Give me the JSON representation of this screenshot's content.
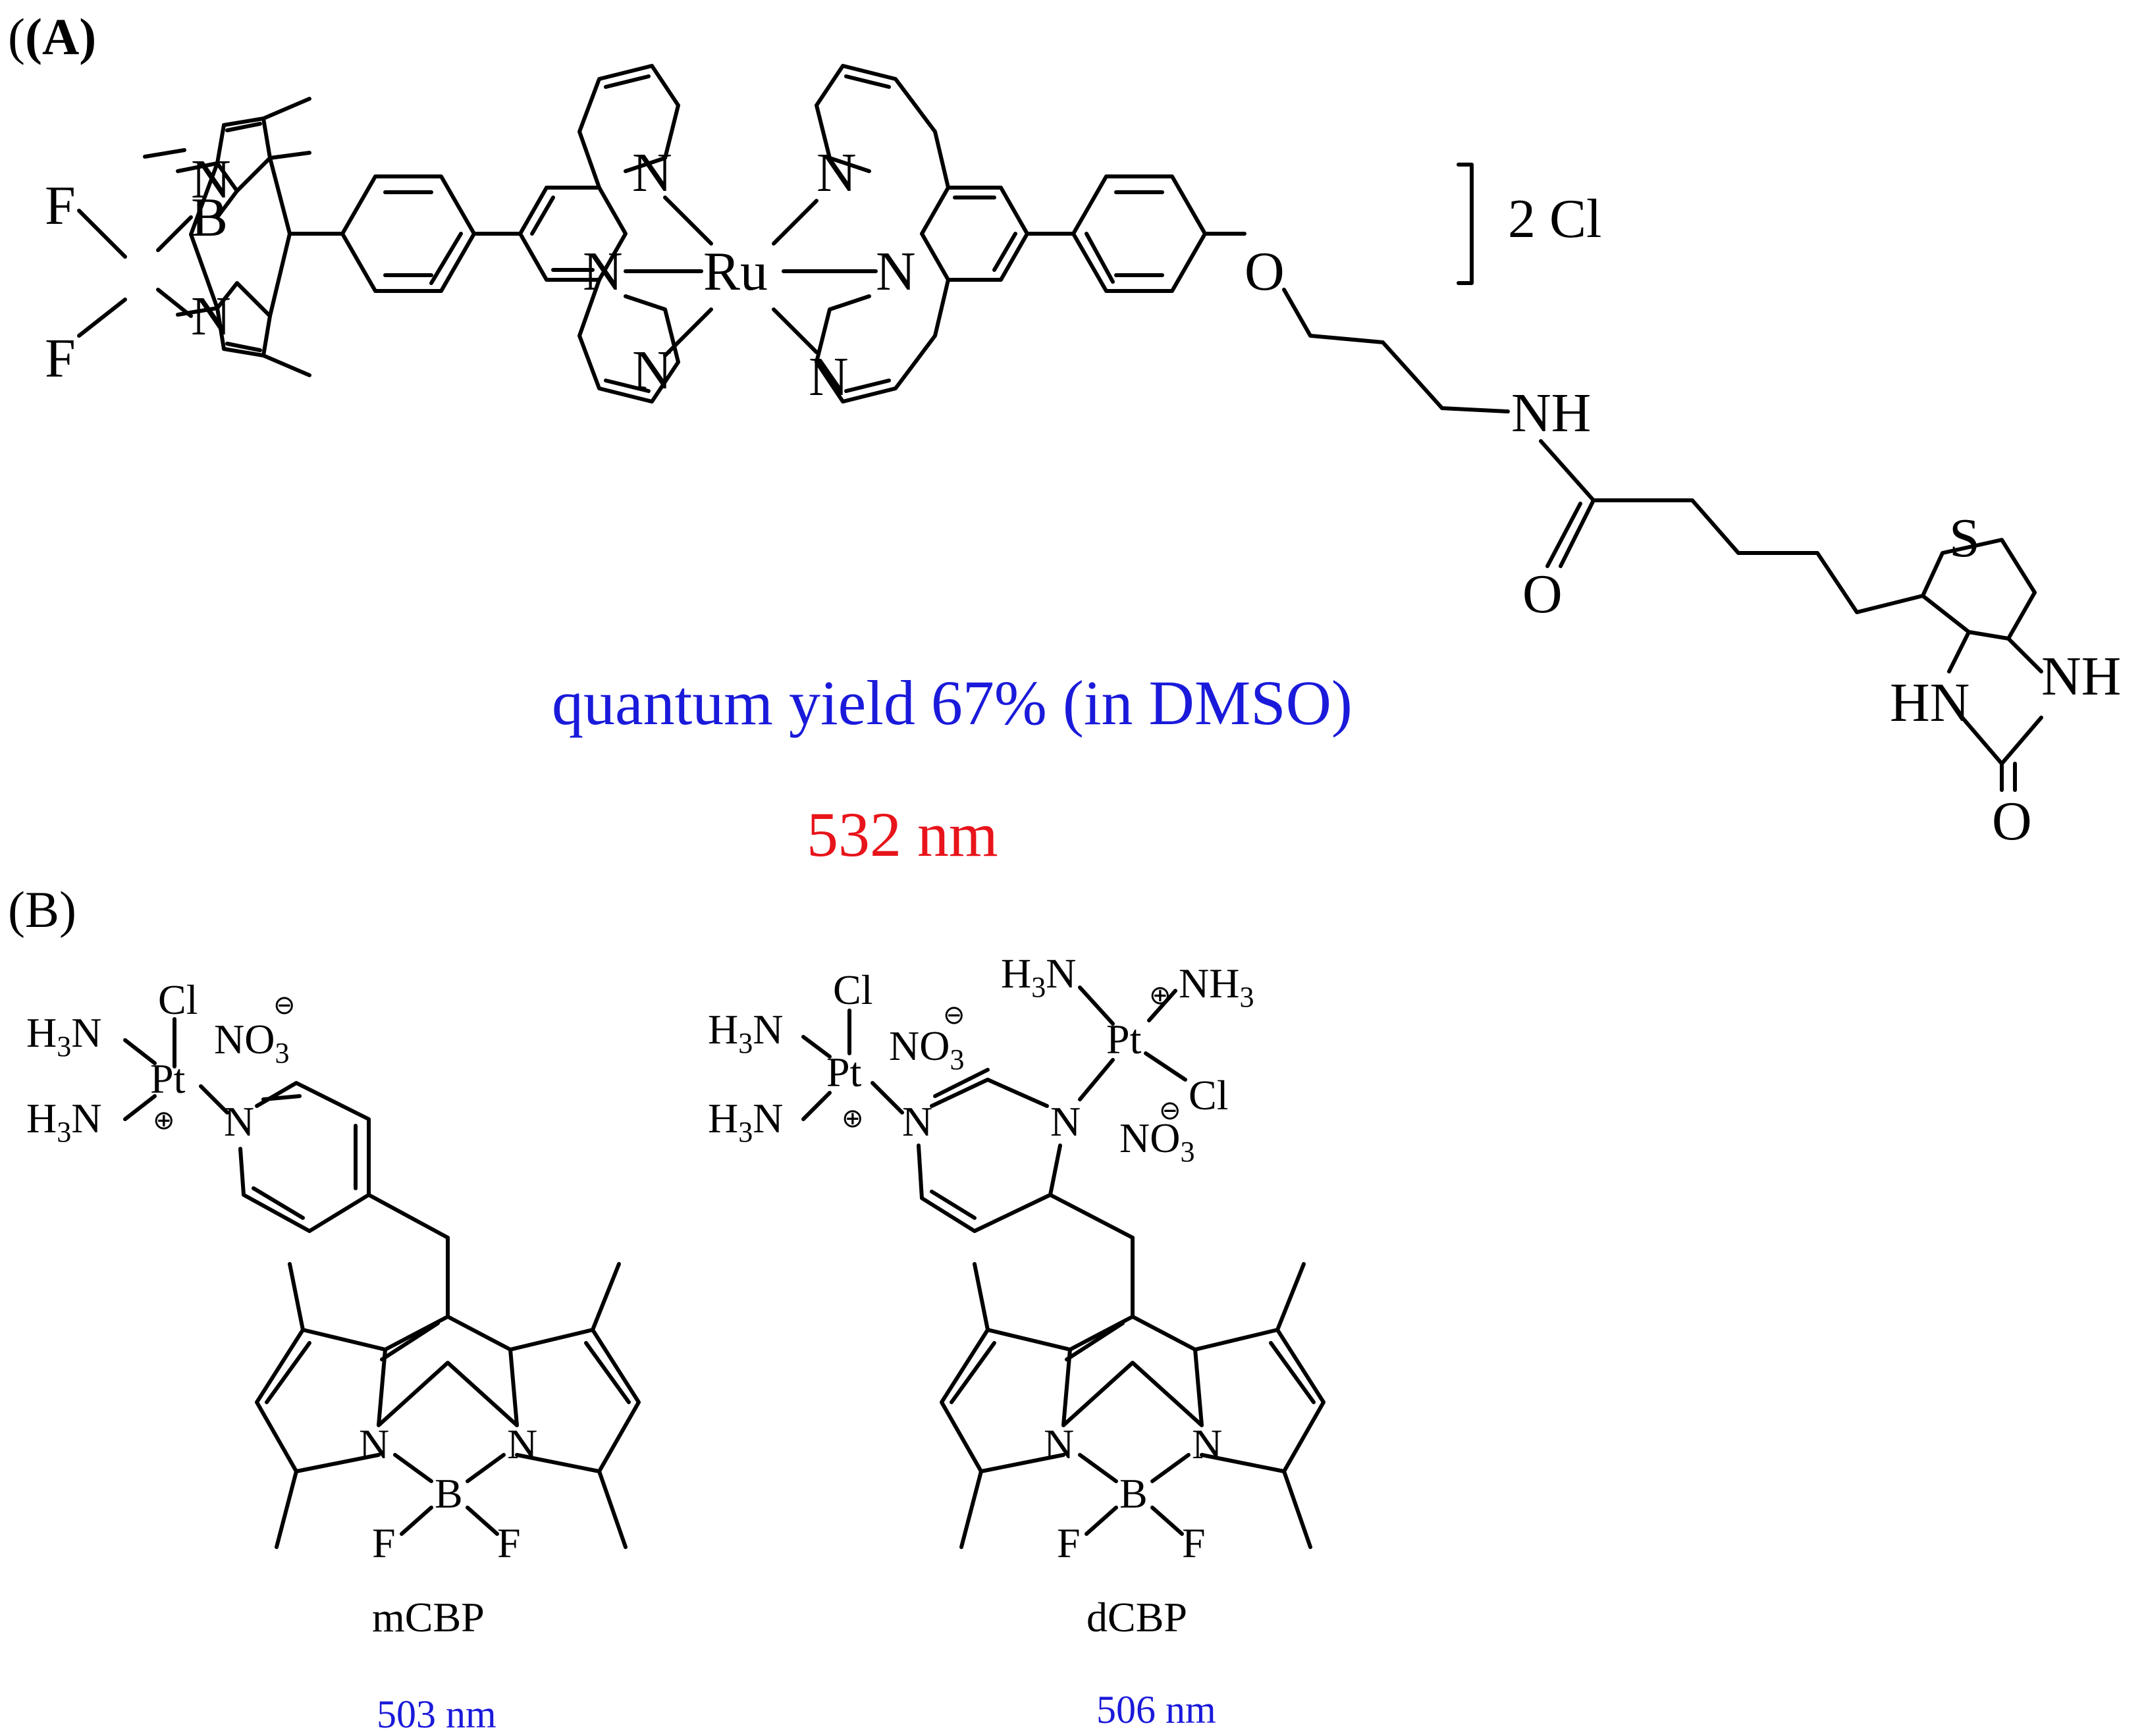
{
  "panels": {
    "a": "(A)",
    "b": "(B)"
  },
  "compound_a": {
    "counterion": "2 Cl",
    "quantum_yield": "quantum yield 67% (in DMSO)",
    "wavelength": "532 nm",
    "atoms": {
      "F": "F",
      "B": "B",
      "N": "N",
      "Ru": "Ru",
      "O": "O",
      "NH": "NH",
      "S": "S",
      "HN": "HN"
    }
  },
  "compound_m": {
    "name": "mCBP",
    "wavelength": "503 nm"
  },
  "compound_d": {
    "name": "dCBP",
    "wavelength": "506 nm"
  },
  "labels": {
    "Cl": "Cl",
    "Pt": "Pt",
    "H3N": "H3N",
    "NH3": "NH3",
    "NO3": "NO3"
  },
  "colors": {
    "quantum_yield": "#1a1adb",
    "wavelength_a": "#e8141b",
    "wavelength_b": "#1a1adb"
  }
}
